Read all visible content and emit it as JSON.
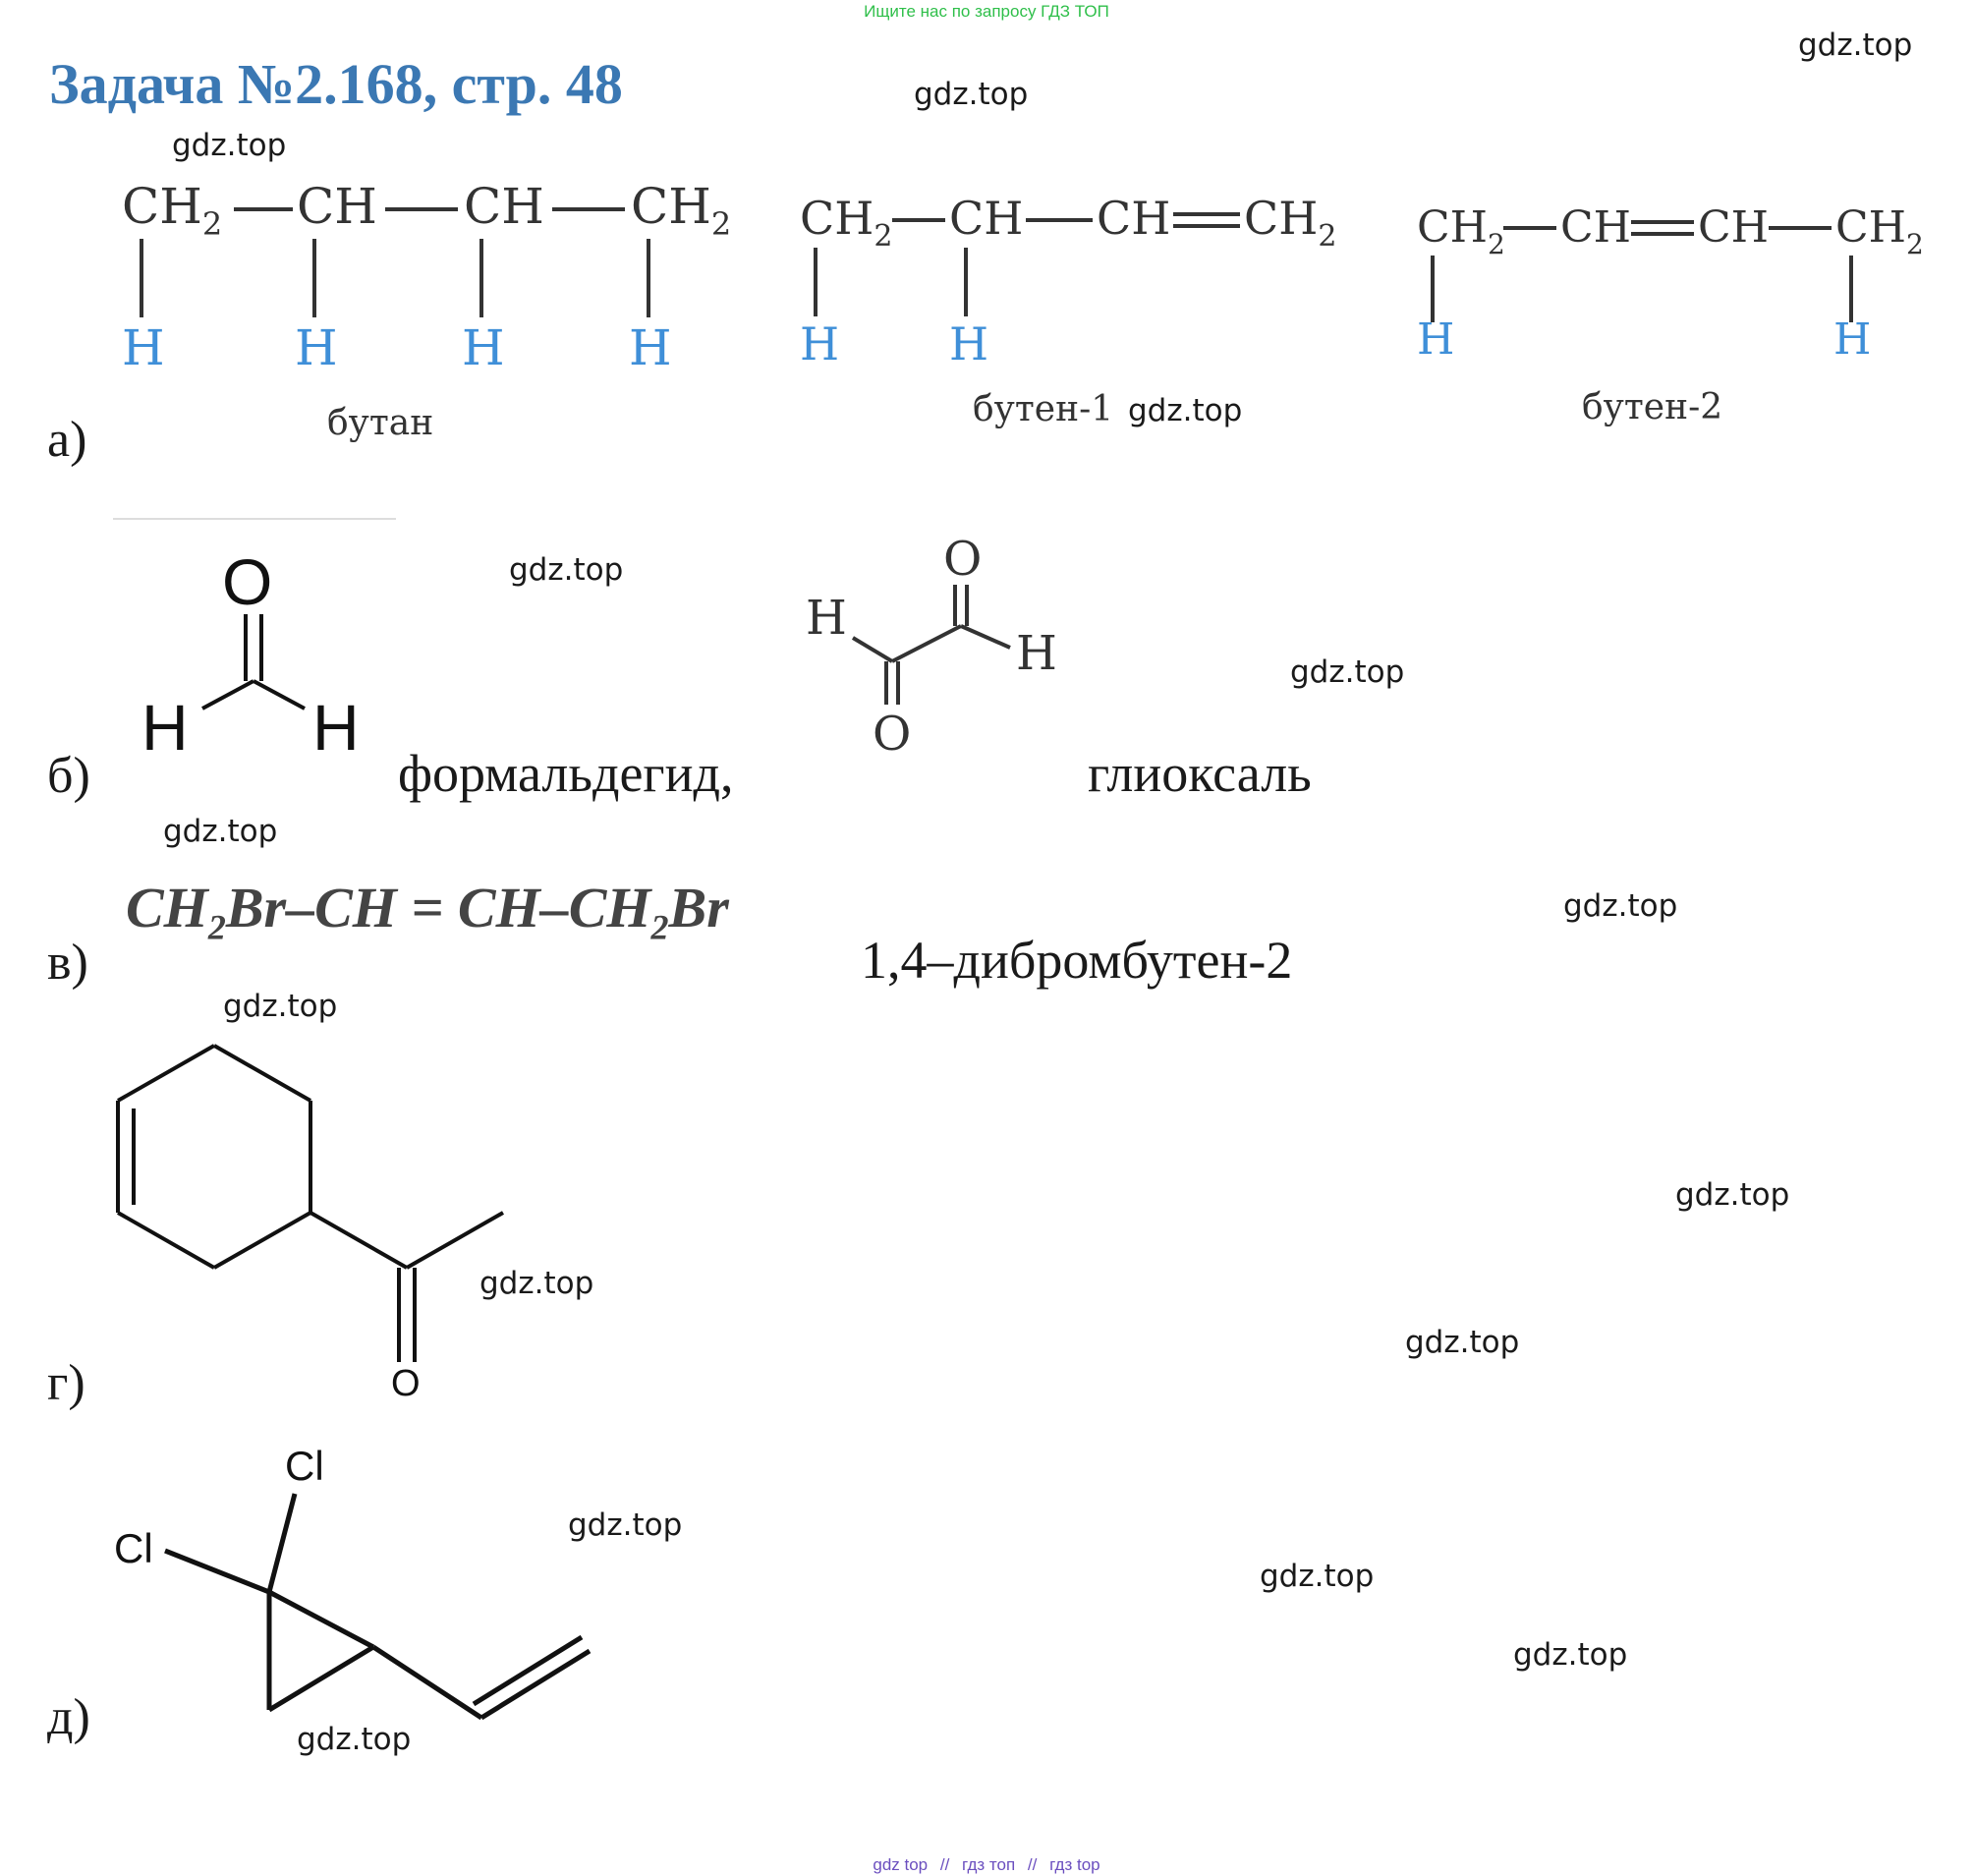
{
  "header": {
    "banner": "Ищите нас по запросу ГДЗ ТОП"
  },
  "title": "Задача №2.168, стр. 48",
  "watermark": "gdz.top",
  "footer": {
    "items": [
      "gdz top",
      "//",
      "гдз топ",
      "//",
      "гдз top"
    ]
  },
  "part_a": {
    "label": "а)",
    "atoms": {
      "ch2": "CH",
      "ch": "CH",
      "sub2": "2",
      "h": "H"
    },
    "butane_name": "бутан",
    "butene1_name": "бутен-1",
    "butene2_name": "бутен-2"
  },
  "part_b": {
    "label": "б)",
    "o": "O",
    "h": "H",
    "formaldehyde_name": "формальдегид,",
    "glyoxal_name": "глиоксаль"
  },
  "part_v": {
    "label": "в)",
    "formula": {
      "p1": "CH",
      "s1": "2",
      "p2": "Br–CH = CH–CH",
      "s2": "2",
      "p3": "Br"
    },
    "name": "1,4–дибромбутен-2"
  },
  "part_g": {
    "label": "г)",
    "o": "O"
  },
  "part_d": {
    "label": "д)",
    "cl": "Cl"
  },
  "colors": {
    "title": "#3b78b3",
    "hydrogen": "#3f8fd8",
    "banner": "#2fbf4a",
    "footer": "#6b4fbf"
  }
}
